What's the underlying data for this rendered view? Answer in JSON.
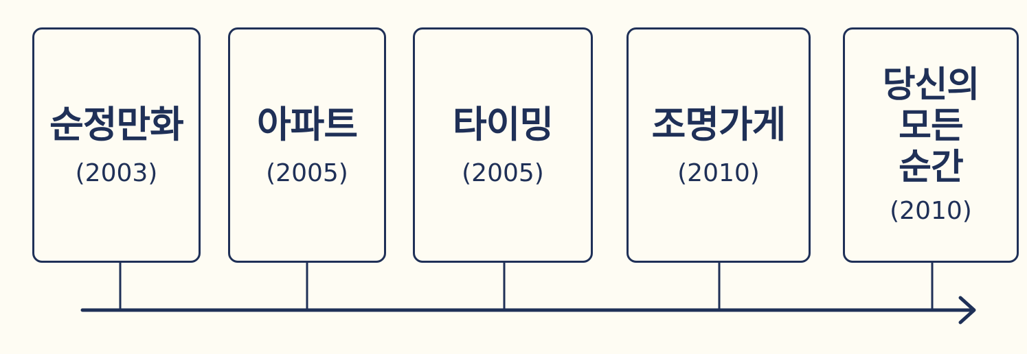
{
  "colors": {
    "background": "#fefcf3",
    "ink": "#1f3057"
  },
  "timeline": {
    "items": [
      {
        "title": "순정만화",
        "year": "(2003)"
      },
      {
        "title": "아파트",
        "year": "(2005)"
      },
      {
        "title": "타이밍",
        "year": "(2005)"
      },
      {
        "title": "조명가게",
        "year": "(2010)"
      },
      {
        "title_lines": [
          "당신의",
          "모든",
          "순간"
        ],
        "year": "(2010)"
      }
    ],
    "axis_icon": "arrow-right-icon"
  }
}
